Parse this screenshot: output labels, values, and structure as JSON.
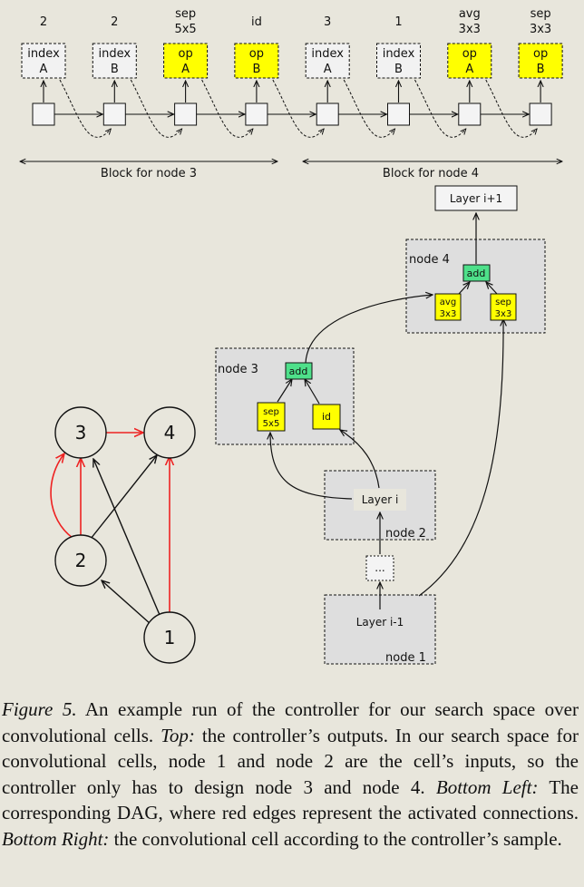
{
  "controller": {
    "steps": [
      {
        "top": [
          "2"
        ],
        "box": [
          "index",
          "A"
        ],
        "yellow": false
      },
      {
        "top": [
          "2"
        ],
        "box": [
          "index",
          "B"
        ],
        "yellow": false
      },
      {
        "top": [
          "sep",
          "5x5"
        ],
        "box": [
          "op",
          "A"
        ],
        "yellow": true
      },
      {
        "top": [
          "id"
        ],
        "box": [
          "op",
          "B"
        ],
        "yellow": true
      },
      {
        "top": [
          "3"
        ],
        "box": [
          "index",
          "A"
        ],
        "yellow": false
      },
      {
        "top": [
          "1"
        ],
        "box": [
          "index",
          "B"
        ],
        "yellow": false
      },
      {
        "top": [
          "avg",
          "3x3"
        ],
        "box": [
          "op",
          "A"
        ],
        "yellow": true
      },
      {
        "top": [
          "sep",
          "3x3"
        ],
        "box": [
          "op",
          "B"
        ],
        "yellow": true
      }
    ],
    "block_labels": [
      "Block for node 3",
      "Block for node 4"
    ]
  },
  "dag": {
    "nodes": [
      "1",
      "2",
      "3",
      "4"
    ],
    "edges": [
      {
        "from": "1",
        "to": "2",
        "active": false
      },
      {
        "from": "1",
        "to": "3",
        "active": false
      },
      {
        "from": "1",
        "to": "4",
        "active": true
      },
      {
        "from": "2",
        "to": "3",
        "active": true
      },
      {
        "from": "2",
        "to": "3",
        "active": true
      },
      {
        "from": "2",
        "to": "4",
        "active": false
      },
      {
        "from": "3",
        "to": "4",
        "active": true
      }
    ]
  },
  "cell": {
    "layer_next": "Layer i+1",
    "node4_label": "node 4",
    "node3_label": "node 3",
    "node2_label": "node 2",
    "node1_label": "node 1",
    "add_label": "add",
    "avg_op": [
      "avg",
      "3x3"
    ],
    "sep33_op": [
      "sep",
      "3x3"
    ],
    "sep55_op": [
      "sep",
      "5x5"
    ],
    "id_op": "id",
    "layer_i": "Layer i",
    "layer_im1": "Layer i-1",
    "dots": "..."
  },
  "caption": {
    "fig_label": "Figure 5.",
    "text1": " An example run of the controller for our search space over convolutional cells. ",
    "top_label": "Top:",
    "text2": " the controller’s outputs. In our search space for convolutional cells, node 1 and node 2 are the cell’s inputs, so the controller only has to design node 3 and node 4. ",
    "bl_label": "Bottom Left:",
    "text3": " The corresponding DAG, where red edges represent the activated connections. ",
    "br_label": "Bottom Right:",
    "text4": " the convolutional cell according to the controller’s sample."
  },
  "colors": {
    "yellow": "#ffff00",
    "green": "#4ee08a",
    "red": "#ee2222",
    "panel": "#dedede"
  }
}
